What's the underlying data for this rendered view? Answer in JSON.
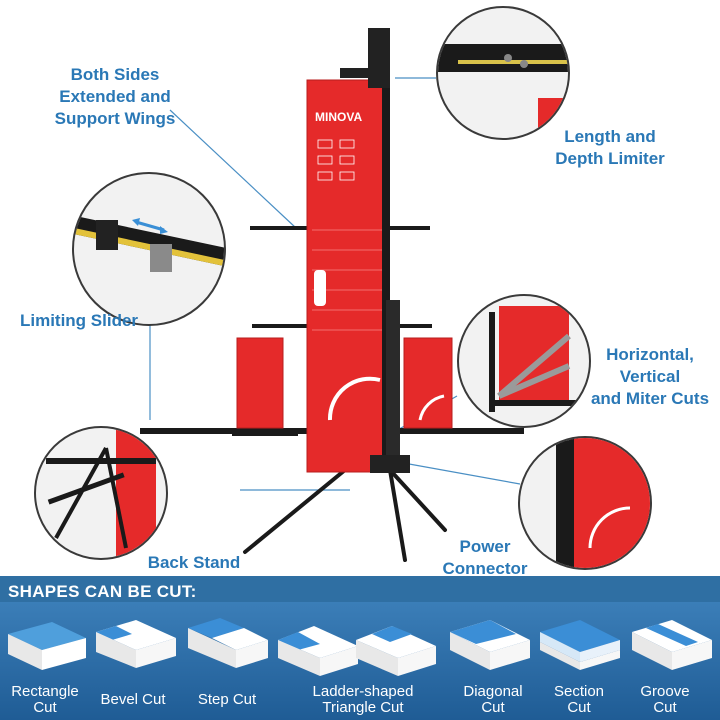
{
  "brand": {
    "logo_text": "MINOVA"
  },
  "callouts": [
    {
      "id": "support-wings",
      "text": "Both Sides\nExtended and\nSupport Wings"
    },
    {
      "id": "limiter",
      "text": "Length and\nDepth Limiter"
    },
    {
      "id": "limiting-slider",
      "text": "Limiting Slider"
    },
    {
      "id": "cuts",
      "text": "Horizontal,\nVertical\nand Miter Cuts"
    },
    {
      "id": "back-stand",
      "text": "Back Stand"
    },
    {
      "id": "power-connector",
      "text": "Power\nConnector"
    }
  ],
  "shapes_section": {
    "title": "SHAPES CAN BE CUT:",
    "items": [
      {
        "label": "Rectangle\nCut",
        "icon": "rectangle-cut-icon"
      },
      {
        "label": "Bevel Cut",
        "icon": "bevel-cut-icon"
      },
      {
        "label": "Step Cut",
        "icon": "step-cut-icon"
      },
      {
        "label": "Ladder-shaped\nTriangle Cut",
        "icon": "ladder-triangle-cut-icon"
      },
      {
        "label": "Diagonal\nCut",
        "icon": "diagonal-cut-icon"
      },
      {
        "label": "Section\nCut",
        "icon": "section-cut-icon"
      },
      {
        "label": "Groove\nCut",
        "icon": "groove-cut-icon"
      }
    ]
  },
  "colors": {
    "accent_text": "#2a78b6",
    "board_red": "#e52a2a",
    "band_blue": "#2f6fa3",
    "frame_black": "#1a1a1a"
  }
}
